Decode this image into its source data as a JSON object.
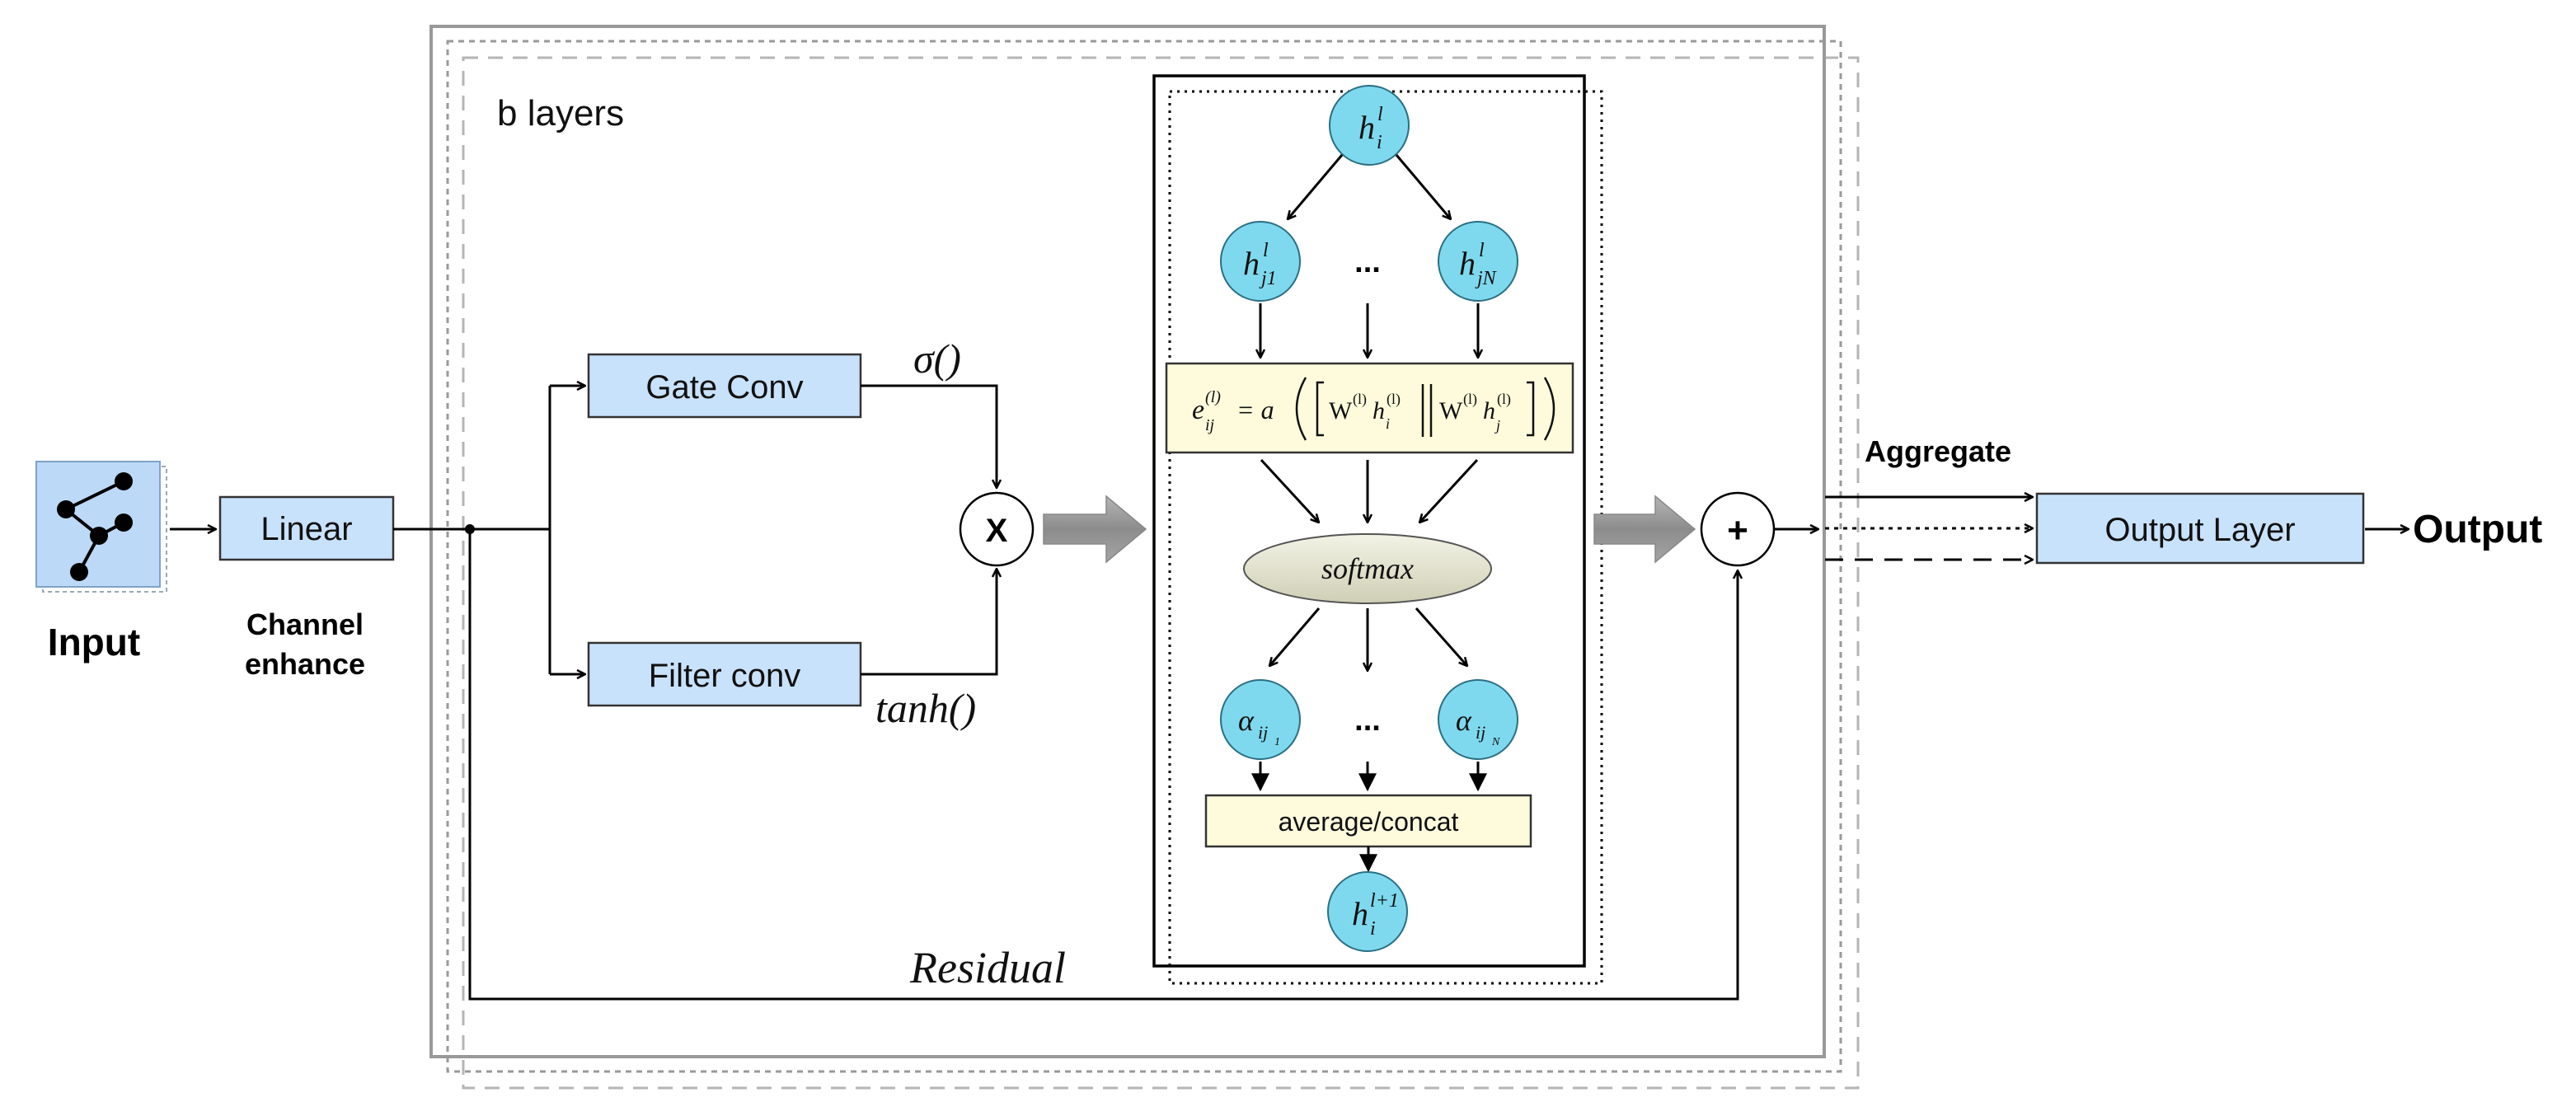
{
  "input": {
    "label": "Input"
  },
  "linear": {
    "label": "Linear",
    "caption_line1": "Channel",
    "caption_line2": "enhance"
  },
  "layers": {
    "label": "b layers"
  },
  "gate_conv": {
    "label": "Gate Conv",
    "activation": "σ()"
  },
  "filter_conv": {
    "label": "Filter conv",
    "activation": "tanh()"
  },
  "multiply": {
    "symbol": "X"
  },
  "add": {
    "symbol": "+"
  },
  "attention": {
    "node_top": {
      "base": "h",
      "sub": "i",
      "sup": "l"
    },
    "node_left": {
      "base": "h",
      "sub": "j1",
      "sup": "l"
    },
    "node_right": {
      "base": "h",
      "sub": "jN",
      "sup": "l"
    },
    "ellipsis": "...",
    "formula": {
      "lhs_base": "e",
      "lhs_sup": "(l)",
      "lhs_sub": "ij",
      "eq": "= a",
      "w1": "W",
      "w1_sup": "(l)",
      "h1": "h",
      "h1_sub": "i",
      "h1_sup": "(l)",
      "w2": "W",
      "w2_sup": "(l)",
      "h2": "h",
      "h2_sub": "j",
      "h2_sup": "(l)"
    },
    "softmax": "softmax",
    "alpha_left": {
      "base": "α",
      "sub": "ij",
      "subsub": "1"
    },
    "alpha_right": {
      "base": "α",
      "sub": "ij",
      "subsub": "N"
    },
    "aggregate_box": "average/concat",
    "node_out": {
      "base": "h",
      "sub": "i",
      "sup": "l+1"
    }
  },
  "residual": {
    "label": "Residual"
  },
  "aggregate": {
    "label": "Aggregate"
  },
  "output_layer": {
    "label": "Output Layer"
  },
  "output": {
    "label": "Output"
  },
  "colors": {
    "box_fill": "#c9e2fb",
    "node_fill": "#7fd9ee",
    "formula_fill": "#fdfbdc",
    "softmax_fill": "#e6e6d2",
    "arrow_block": "#9a9a9a",
    "frame_gray": "#999999"
  }
}
